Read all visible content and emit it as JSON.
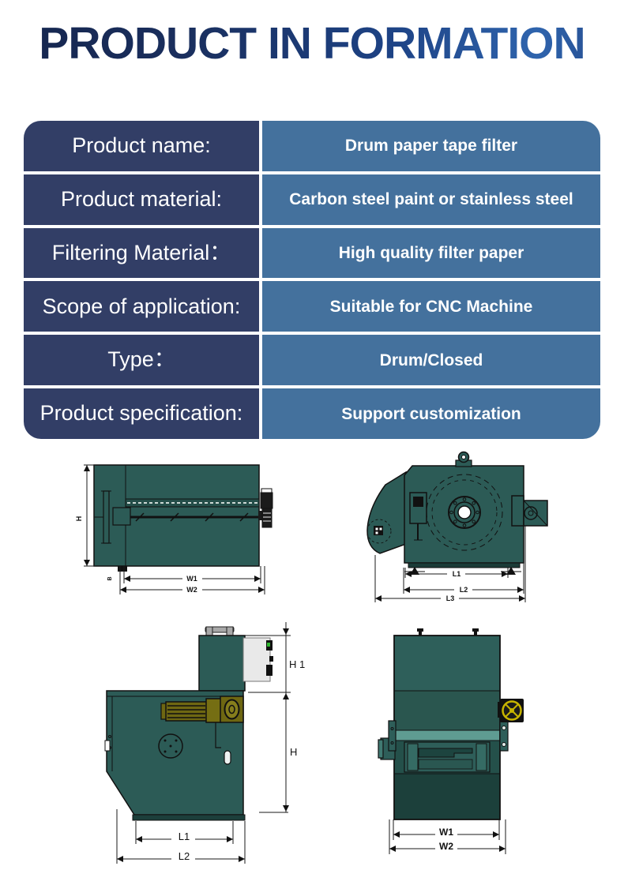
{
  "page": {
    "title": "PRODUCT IN FORMATION"
  },
  "colors": {
    "title_gradient_start": "#15254d",
    "title_gradient_end": "#2f64ad",
    "label_cell_bg": "#323e66",
    "value_cell_bg": "#44719d",
    "cell_text": "#ffffff",
    "machine_teal": "#2c5b56",
    "machine_teal_dark": "#1c403b",
    "motor_olive": "#6e6712"
  },
  "spec_table": {
    "rows": [
      {
        "label": "Product name:",
        "value": "Drum paper tape filter"
      },
      {
        "label": "Product material:",
        "value": "Carbon steel paint or stainless steel"
      },
      {
        "label": "Filtering Material：",
        "value": "High quality filter paper"
      },
      {
        "label": "Scope of application:",
        "value": "Suitable for CNC Machine"
      },
      {
        "label": "Type：",
        "value": "Drum/Closed"
      },
      {
        "label": "Product specification:",
        "value": "Support customization"
      }
    ]
  },
  "drawings": {
    "side_view": {
      "dims": {
        "h": "H",
        "b": "B",
        "w1": "W1",
        "w2": "W2"
      }
    },
    "end_view": {
      "dims": {
        "l1": "L1",
        "l2": "L2",
        "l3": "L3"
      }
    },
    "side_render": {
      "dims": {
        "h1": "H 1",
        "h": "H",
        "l1": "L1",
        "l2": "L2"
      }
    },
    "front_render": {
      "dims": {
        "w1": "W1",
        "w2": "W2"
      }
    }
  }
}
